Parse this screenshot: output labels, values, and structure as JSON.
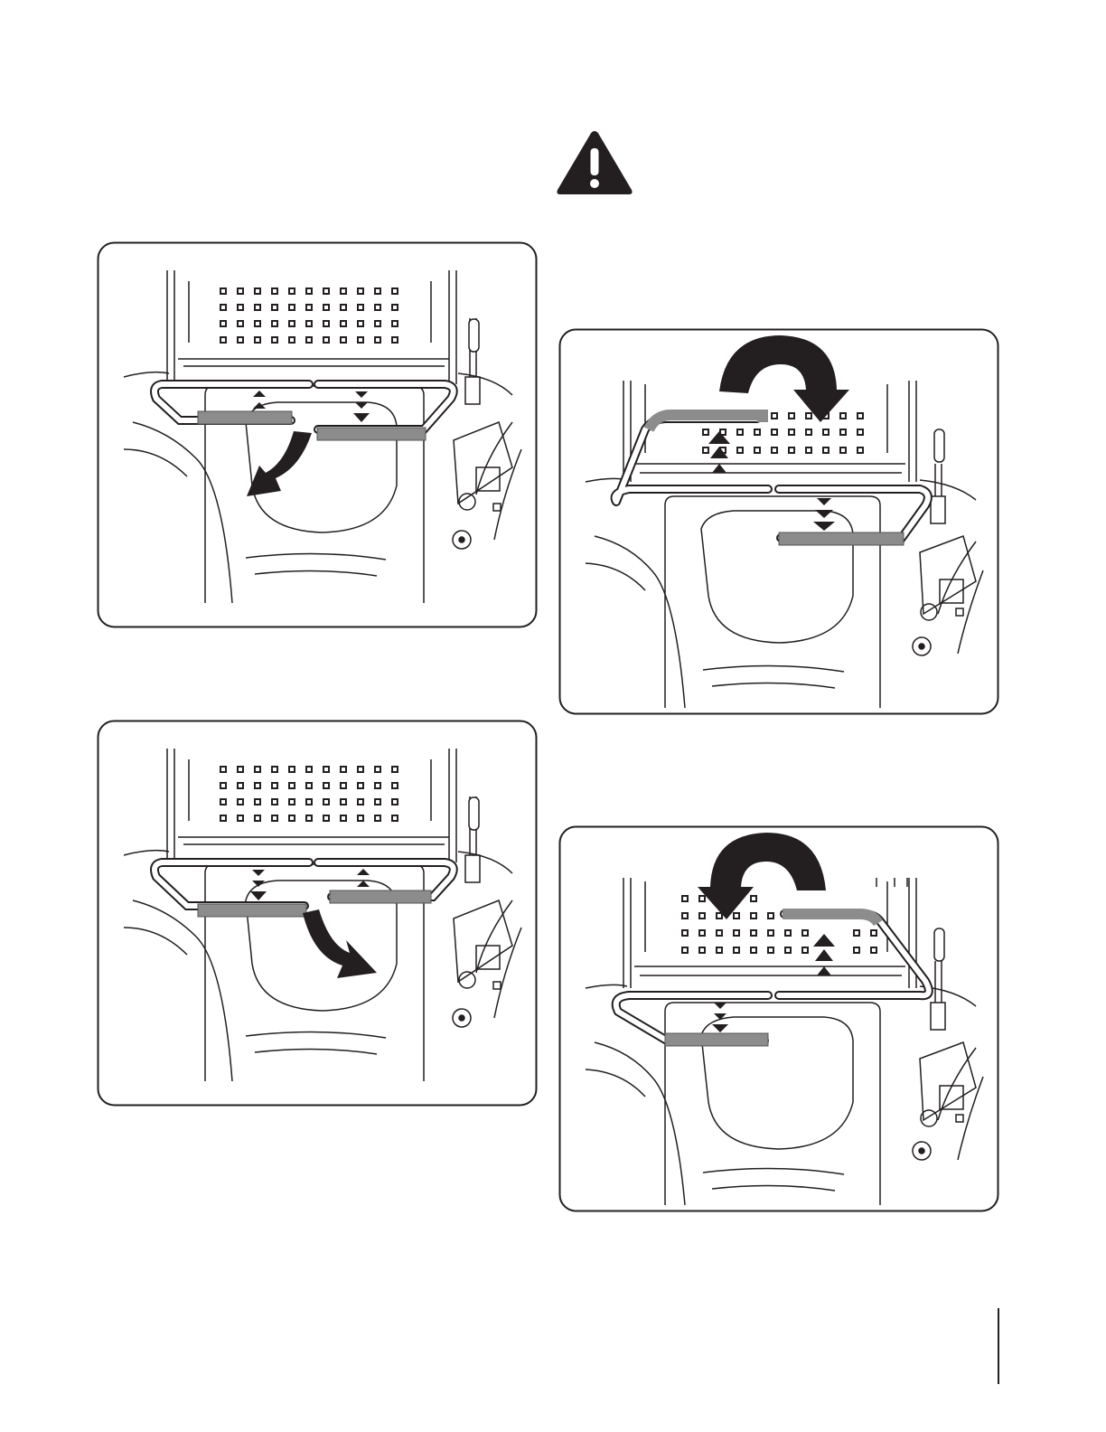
{
  "warning": {
    "icon": "warning-triangle-icon"
  },
  "figures": [
    {
      "id": "a",
      "state": "hand-control-stowed",
      "arrow": "curved-arrow-down-left",
      "icon": "lap-bar-icon"
    },
    {
      "id": "b",
      "state": "hand-control-stowed",
      "arrow": "curved-arrow-down-right",
      "icon": "lap-bar-icon"
    },
    {
      "id": "c",
      "state": "hand-control-raised-left",
      "arrow": "curved-arrow-clockwise",
      "icon": "lap-bar-icon"
    },
    {
      "id": "d",
      "state": "hand-control-raised-right",
      "arrow": "curved-arrow-counterclockwise",
      "icon": "lap-bar-icon"
    }
  ],
  "colors": {
    "line": "#231f20",
    "bar_gray": "#8c8c8c",
    "bar_fill": "#a7a7a7"
  }
}
